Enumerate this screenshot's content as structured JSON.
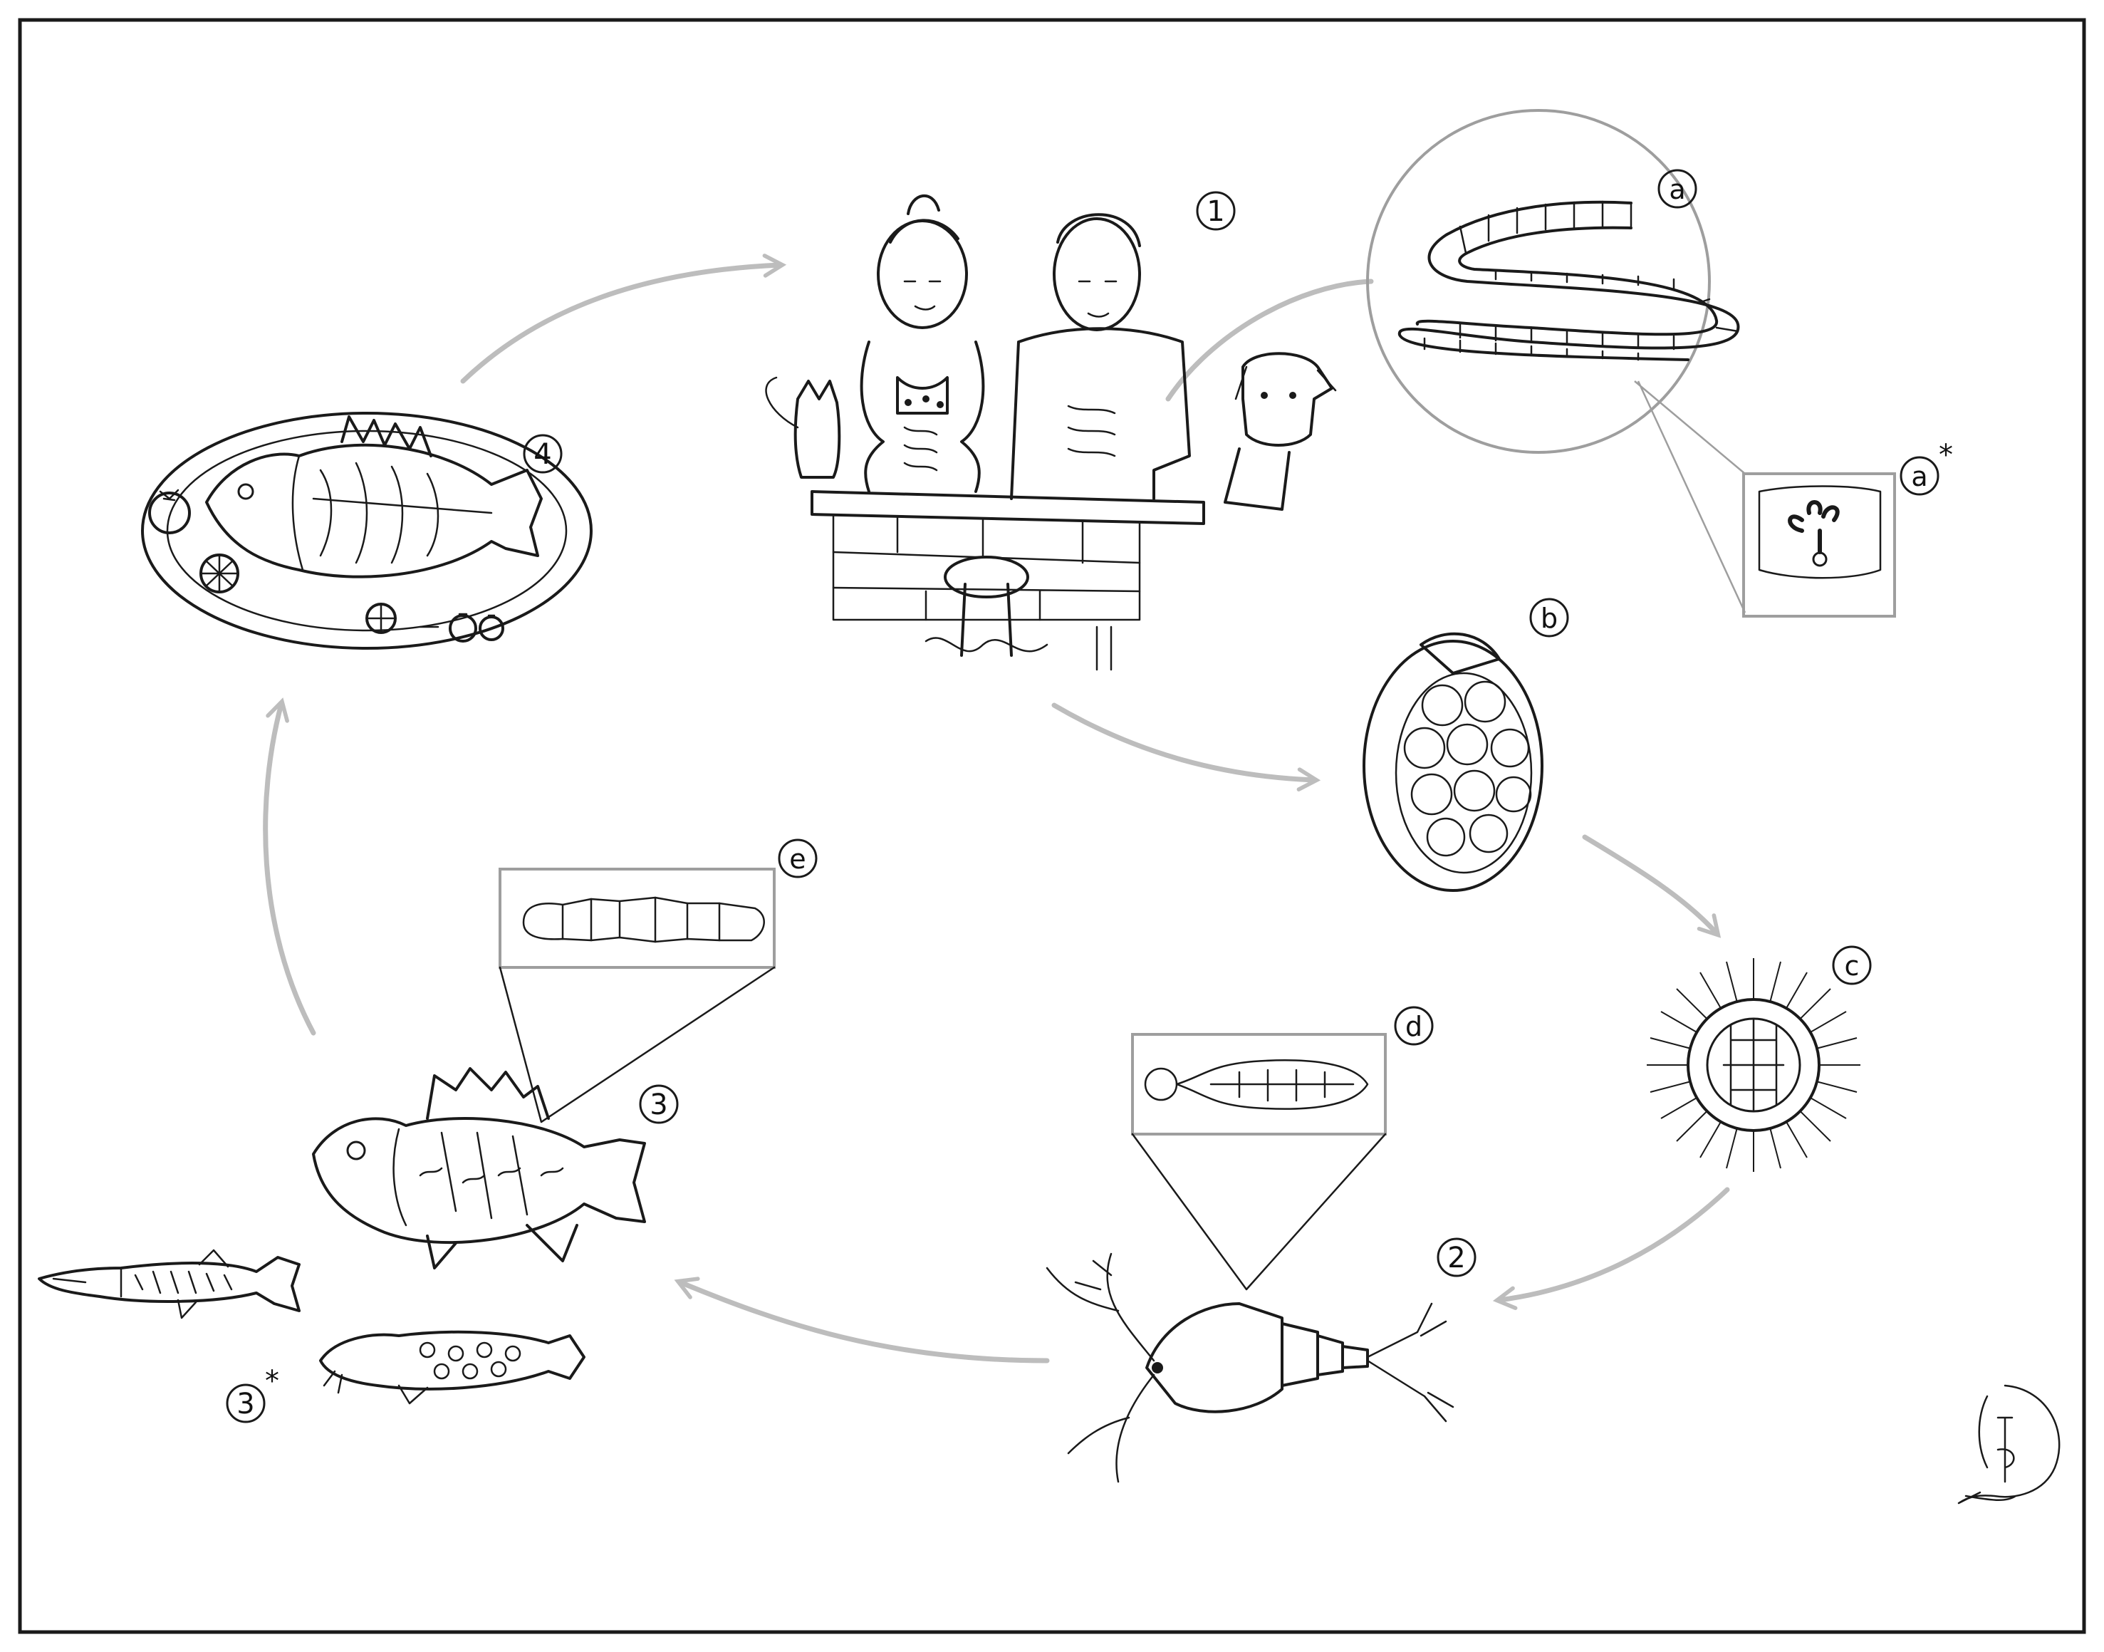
{
  "stages": {
    "stage_1": "1",
    "stage_2": "2",
    "stage_3": "3",
    "stage_3_alt": "3",
    "stage_3_alt_mark": "*",
    "stage_4": "4"
  },
  "forms": {
    "a": "a",
    "a_detail": "a",
    "a_detail_mark": "*",
    "b": "b",
    "c": "c",
    "d": "d",
    "e": "e"
  },
  "icons": {
    "humans_and_pets": "humans-pets-icon",
    "tapeworm": "tapeworm-icon",
    "egg": "egg-icon",
    "coracidium": "coracidium-icon",
    "copepod": "copepod-icon",
    "perch": "perch-fish-icon",
    "pike": "pike-fish-icon",
    "burbot": "burbot-fish-icon",
    "fish_dish": "fish-dish-icon",
    "signature": "signature-icon"
  },
  "colors": {
    "line": "#1a1a1a",
    "arrow": "#bdbdbd",
    "detail_frame": "#9e9e9e"
  }
}
